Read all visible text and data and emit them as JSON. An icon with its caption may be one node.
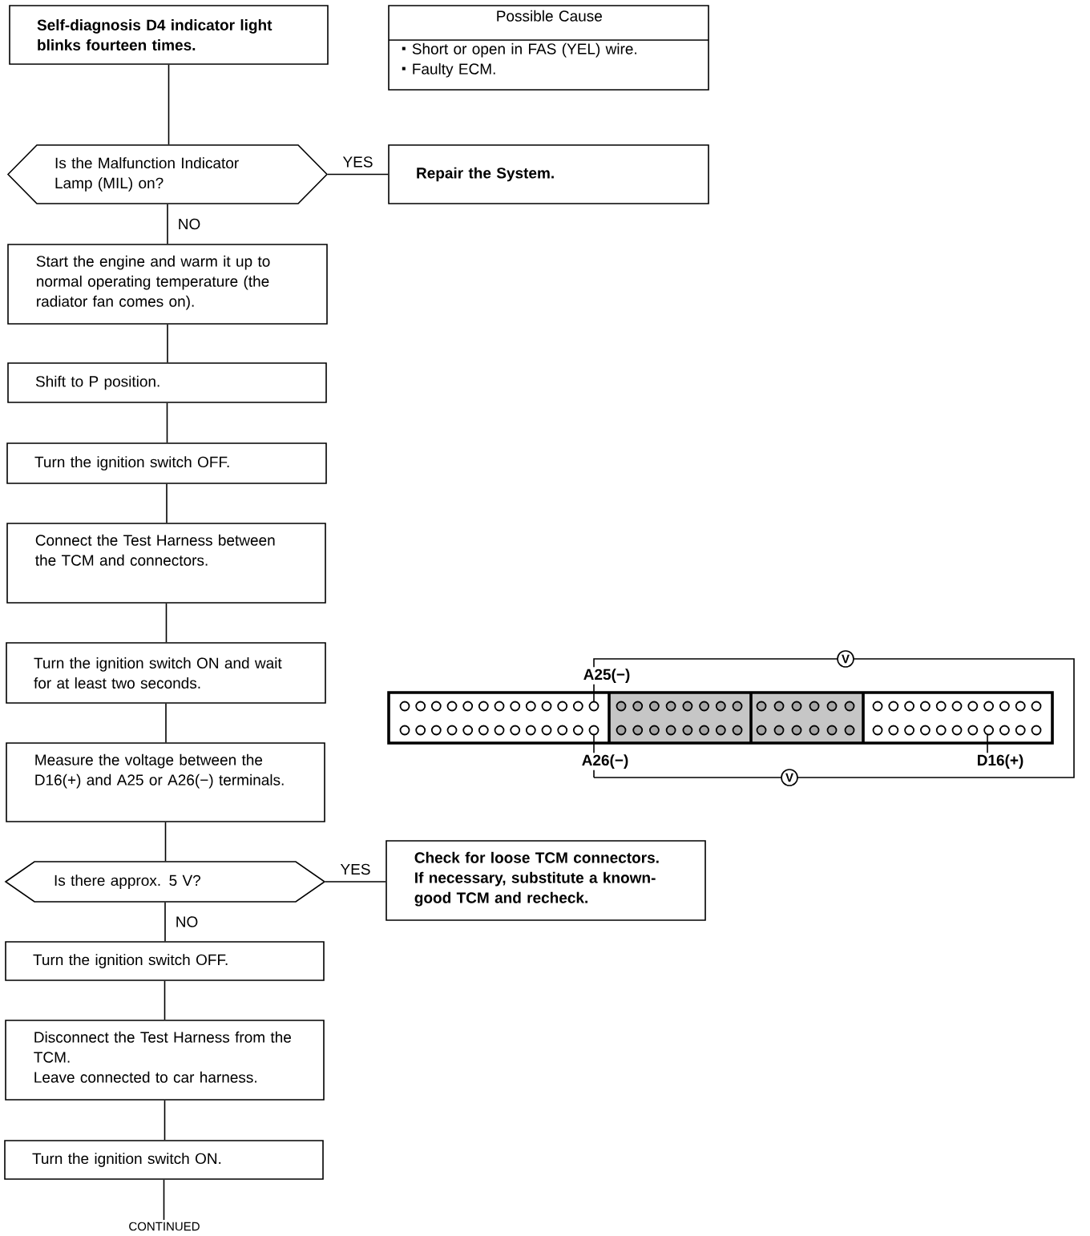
{
  "diagram": {
    "nodes": [
      {
        "text": [
          "Self-diagnosis D4 indicator light blinks fourteen times."
        ]
      },
      {
        "text": [
          "Possible Cause",
          "Short or open in FAS (YEL) wire.",
          "Faulty ECM."
        ]
      },
      {
        "text": [
          "Is the Malfunction Indicator Lamp (MIL) on?"
        ]
      },
      {
        "text": [
          "Repair the System."
        ]
      },
      {
        "text": [
          "Start the engine and warm it up to normal operating temperature (the radiator fan comes on)."
        ]
      },
      {
        "text": [
          "Shift to P position."
        ]
      },
      {
        "text": [
          "Turn the ignition switch OFF."
        ]
      },
      {
        "text": [
          "Connect the Test Harness between the TCM and connectors."
        ]
      },
      {
        "text": [
          "Turn the ignition switch ON and wait for at least two seconds."
        ]
      },
      {
        "text": [
          "Measure the voltage between the D16(+) and A25 or A26(−) terminals."
        ]
      },
      {
        "text": [
          "Is there approx. 5 V?"
        ]
      },
      {
        "text": [
          "Check for loose TCM connectors. If necessary, substitute a known-good TCM and recheck."
        ]
      },
      {
        "text": [
          "Turn the ignition switch OFF."
        ]
      },
      {
        "text": [
          "Disconnect the Test Harness from the TCM.",
          "Leave connected to car harness."
        ]
      },
      {
        "text": [
          "Turn the ignition switch ON."
        ]
      },
      {
        "text": [
          "CONTINUED"
        ]
      }
    ],
    "edges": [
      {
        "from": 0,
        "to": 2,
        "arrow": "none"
      },
      {
        "from": 2,
        "to": 3,
        "arrow": "none",
        "label": "YES"
      },
      {
        "from": 2,
        "to": 4,
        "arrow": "none",
        "label": "NO"
      },
      {
        "from": 4,
        "to": 5,
        "arrow": "none"
      },
      {
        "from": 5,
        "to": 6,
        "arrow": "none"
      },
      {
        "from": 6,
        "to": 7,
        "arrow": "none"
      },
      {
        "from": 7,
        "to": 8,
        "arrow": "none"
      },
      {
        "from": 8,
        "to": 9,
        "arrow": "none"
      },
      {
        "from": 9,
        "to": 10,
        "arrow": "none"
      },
      {
        "from": 10,
        "to": 11,
        "arrow": "none",
        "label": "YES"
      },
      {
        "from": 10,
        "to": 12,
        "arrow": "none",
        "label": "NO"
      },
      {
        "from": 12,
        "to": 13,
        "arrow": "none"
      },
      {
        "from": 13,
        "to": 14,
        "arrow": "none"
      },
      {
        "from": 14,
        "to": 15,
        "arrow": "none"
      }
    ],
    "labels": [
      "V",
      "A25(−)",
      "A26(−)",
      "D16(+)",
      "V"
    ]
  }
}
